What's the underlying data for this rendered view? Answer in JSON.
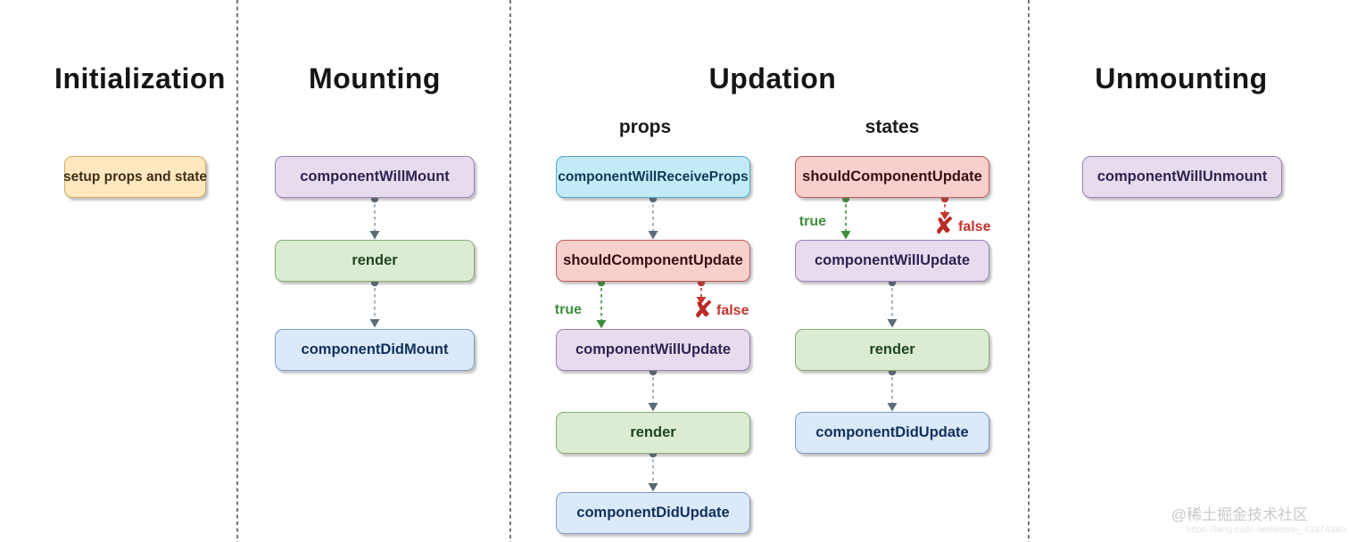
{
  "titles": {
    "initialization": "Initialization",
    "mounting": "Mounting",
    "updation": "Updation",
    "unmounting": "Unmounting",
    "props": "props",
    "states": "states"
  },
  "columns": {
    "initialization": {
      "boxes": [
        {
          "label": "setup props and state",
          "type": "yellow"
        }
      ]
    },
    "mounting": {
      "boxes": [
        {
          "label": "componentWillMount",
          "type": "purple"
        },
        {
          "label": "render",
          "type": "green"
        },
        {
          "label": "componentDidMount",
          "type": "blue"
        }
      ]
    },
    "updation_props": {
      "boxes": [
        {
          "label": "componentWillReceiveProps",
          "type": "cyan"
        },
        {
          "label": "shouldComponentUpdate",
          "type": "pink"
        },
        {
          "label": "componentWillUpdate",
          "type": "purple"
        },
        {
          "label": "render",
          "type": "green"
        },
        {
          "label": "componentDidUpdate",
          "type": "blue"
        }
      ]
    },
    "updation_states": {
      "boxes": [
        {
          "label": "shouldComponentUpdate",
          "type": "pink"
        },
        {
          "label": "componentWillUpdate",
          "type": "purple"
        },
        {
          "label": "render",
          "type": "green"
        },
        {
          "label": "componentDidUpdate",
          "type": "blue"
        }
      ]
    },
    "unmounting": {
      "boxes": [
        {
          "label": "componentWillUnmount",
          "type": "purple"
        }
      ]
    }
  },
  "branch": {
    "true_label": "true",
    "false_label": "false"
  },
  "icons": {
    "false_x": "✘"
  },
  "watermark": {
    "community": "@稀土掘金技术社区",
    "url": "https://blog.csdn.net/weixin_43374360"
  },
  "colors": {
    "yellow_fill": "#ffe8c0",
    "yellow_border": "#d4a95c",
    "purple_fill": "#e6dcee",
    "purple_border": "#9a7fb5",
    "green_fill": "#dcecd3",
    "green_border": "#84ad72",
    "blue_fill": "#dce9fa",
    "blue_border": "#7d9bc9",
    "cyan_fill": "#c3eaf7",
    "cyan_border": "#4fa7c9",
    "pink_fill": "#f7d0ce",
    "pink_border": "#c05a57",
    "true_green": "#3e8e3e",
    "false_red": "#c5342f",
    "arrow_slate": "#5b6b78",
    "divider": "#4e564e"
  }
}
